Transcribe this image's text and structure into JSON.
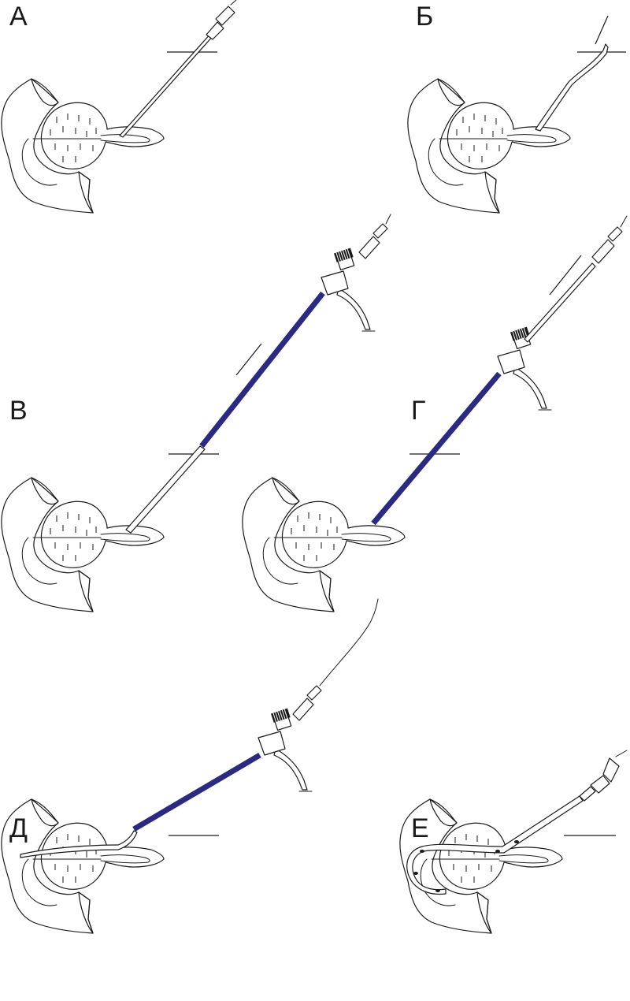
{
  "figure": {
    "panels": [
      {
        "id": "A",
        "label": "А"
      },
      {
        "id": "B",
        "label": "Б"
      },
      {
        "id": "V",
        "label": "В"
      },
      {
        "id": "G",
        "label": "Г"
      },
      {
        "id": "D",
        "label": "Д"
      },
      {
        "id": "E",
        "label": "Е"
      }
    ],
    "colors": {
      "sheath": "#2b2a7e",
      "line": "#1a1a1a",
      "background": "#ffffff"
    }
  }
}
